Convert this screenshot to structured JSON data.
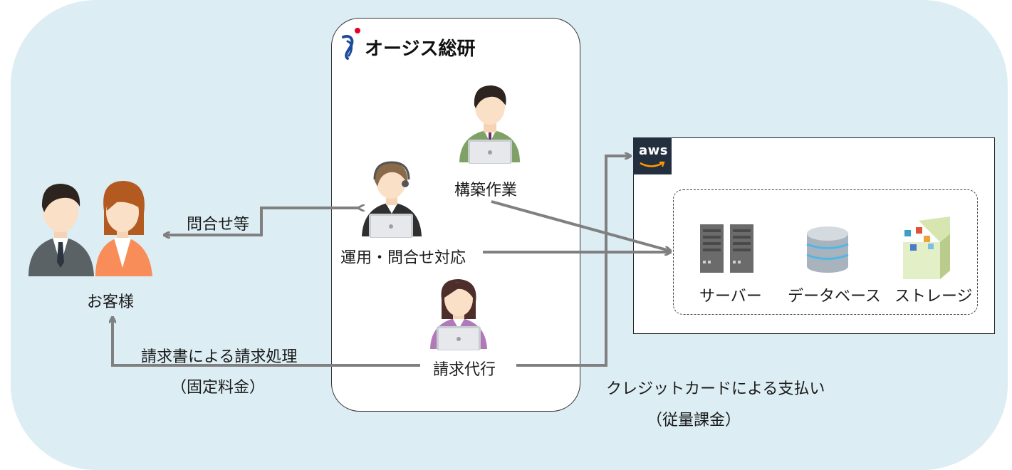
{
  "company": {
    "name": "オージス総研"
  },
  "aws": {
    "logo_text": "aws"
  },
  "customer": {
    "label": "お客様"
  },
  "staff": {
    "build": "構築作業",
    "operations": "運用・問合せ対応",
    "billing": "請求代行"
  },
  "flows": {
    "inquiry": "問合せ等",
    "billing_line1": "請求書による請求処理",
    "billing_line2": "（固定料金）",
    "credit_line1": "クレジットカードによる支払い",
    "credit_line2": "（従量課金）"
  },
  "services": {
    "server": "サーバー",
    "database": "データベース",
    "storage": "ストレージ"
  },
  "colors": {
    "background": "#dcedf3",
    "arrow": "#808080",
    "aws_dark": "#232f3e",
    "aws_orange": "#ff9900",
    "brand_red": "#e4002b",
    "brand_blue": "#1d4a9c"
  }
}
